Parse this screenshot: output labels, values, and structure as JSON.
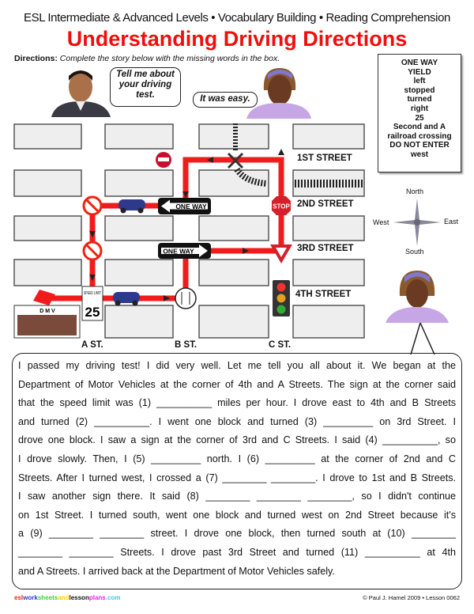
{
  "header": {
    "subtitle": "ESL Intermediate & Advanced Levels • Vocabulary Building • Reading Comprehension",
    "title": "Understanding Driving Directions",
    "directions_label": "Directions:",
    "directions_text": "Complete the story below with the missing words in the box."
  },
  "bubbles": {
    "man": "Tell me about your driving test.",
    "woman": "It was easy."
  },
  "word_box": [
    "ONE WAY",
    "YIELD",
    "left",
    "stopped",
    "turned",
    "right",
    "25",
    "Second and A",
    "railroad crossing",
    "DO NOT ENTER",
    "west"
  ],
  "map": {
    "streets": [
      "1ST STREET",
      "2ND STREET",
      "3RD STREET",
      "4TH STREET"
    ],
    "avenues": [
      "A ST.",
      "B ST.",
      "C ST."
    ],
    "signs": {
      "one_way": "ONE WAY",
      "stop": "STOP",
      "speed_limit_label": "SPEED LIMIT",
      "speed_limit_value": "25",
      "dmv": "D M V"
    },
    "compass": {
      "north": "North",
      "south": "South",
      "east": "East",
      "west": "West"
    },
    "route_color": "#f21b1b"
  },
  "story": {
    "lines": [
      "I passed my driving test!  I did very well.  Let me tell you all about it.  We began at the",
      "Department of Motor Vehicles at the corner of 4th and A Streets.  The sign at the corner said",
      "that the speed limit was (1) __________ miles per hour.  I drove east to 4th and B Streets",
      "and turned (2) __________. I went one block and turned (3) _________ on 3rd Street.  I",
      "drove one block.  I saw a sign at the corner of 3rd and C Streets.  I said (4) __________, so",
      "I drove slowly.  Then, I (5) _________ north.  I (6) _________ at the corner of 2nd and C",
      "Streets.  After I turned west, I crossed a (7) ________ ________. I drove to 1st and B Streets.",
      "I saw another sign there.  It said (8) ________ ________ ________, so I didn't continue",
      "on 1st Street.  I turned south, went one block and turned west on 2nd Street because it's",
      "a (9) ________ ________ street.  I drove one block, then turned south at (10) ________",
      "________ ________ Streets.  I drove past 3rd Street and turned (11) __________ at 4th",
      "and A Streets. I arrived back at the Department of Motor Vehicles safely."
    ]
  },
  "footer": {
    "site": "eslworksheetsandlessonplans.com",
    "copyright": "© Paul J. Hamel 2009 • Lesson 0062"
  }
}
